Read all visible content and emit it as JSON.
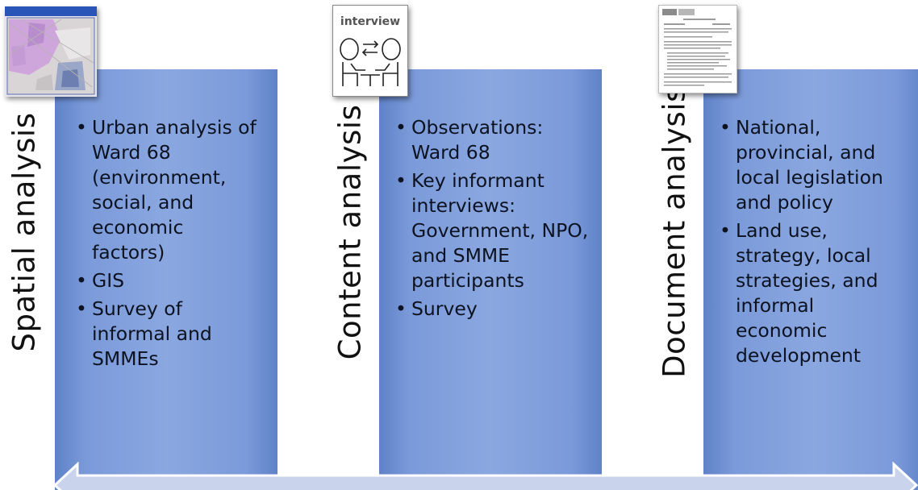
{
  "columns": [
    {
      "label": "Spatial analysis",
      "bullets": [
        "Urban analysis of Ward 68 (environment, social, and economic factors)",
        " GIS",
        "Survey of informal and SMMEs"
      ],
      "thumbnail_icon": "map-thumbnail-icon"
    },
    {
      "label": "Content analysis",
      "bullets": [
        "Observations: Ward 68",
        "Key informant interviews: Government, NPO, and SMME participants",
        "Survey"
      ],
      "thumbnail_icon": "interview-thumbnail-icon",
      "thumbnail_caption": "interview"
    },
    {
      "label": "Document analysis",
      "bullets": [
        "National, provincial, and local legislation and policy",
        "Land use, strategy, local strategies, and informal economic development"
      ],
      "thumbnail_icon": "document-thumbnail-icon"
    }
  ],
  "colors": {
    "column_fill": "#8aa7e0",
    "column_edge": "#5f82c8",
    "arrow_fill": "#c9d3ec",
    "arrow_stroke": "#ffffff",
    "label_text": "#111111"
  }
}
